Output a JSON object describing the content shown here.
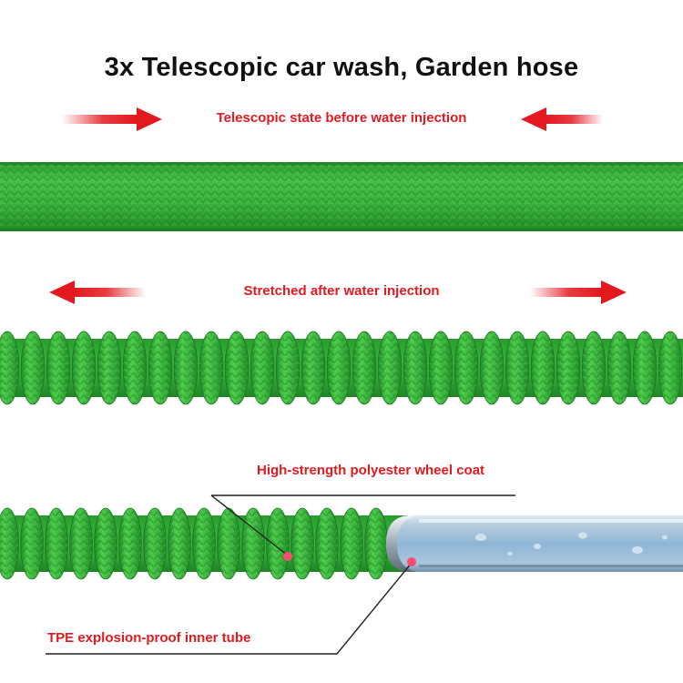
{
  "title": "3x Telescopic car wash, Garden hose",
  "labels": {
    "before": "Telescopic state before water injection",
    "after": "Stretched after water injection",
    "coat": "High-strength polyester wheel coat",
    "inner": "TPE explosion-proof inner tube"
  },
  "colors": {
    "label_red": "#e3191f",
    "arrow_red": "#e3191f",
    "hose_green": "#3bb33b",
    "hose_dark": "#1f8a26",
    "tube_blue": "#9ec3df",
    "leader_line": "#222222"
  },
  "icons": [
    "arrow-right-icon",
    "arrow-left-icon"
  ]
}
